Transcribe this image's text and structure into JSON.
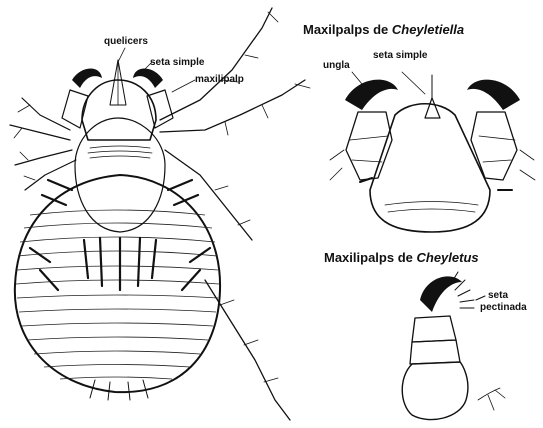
{
  "labels": {
    "quelicers": "quelicers",
    "seta_simple_1": "seta simple",
    "maxilipalp": "maxilipalp",
    "title_cheyletiella_prefix": "Maxilpalps de ",
    "title_cheyletiella_genus": "Cheyletiella",
    "ungla": "ungla",
    "seta_simple_2": "seta simple",
    "title_cheyletus_prefix": "Maxilipalps de ",
    "title_cheyletus_genus": "Cheyletus",
    "seta_pectinada_1": "seta",
    "seta_pectinada_2": "pectinada"
  },
  "colors": {
    "ink": "#111111",
    "paper": "#ffffff"
  }
}
